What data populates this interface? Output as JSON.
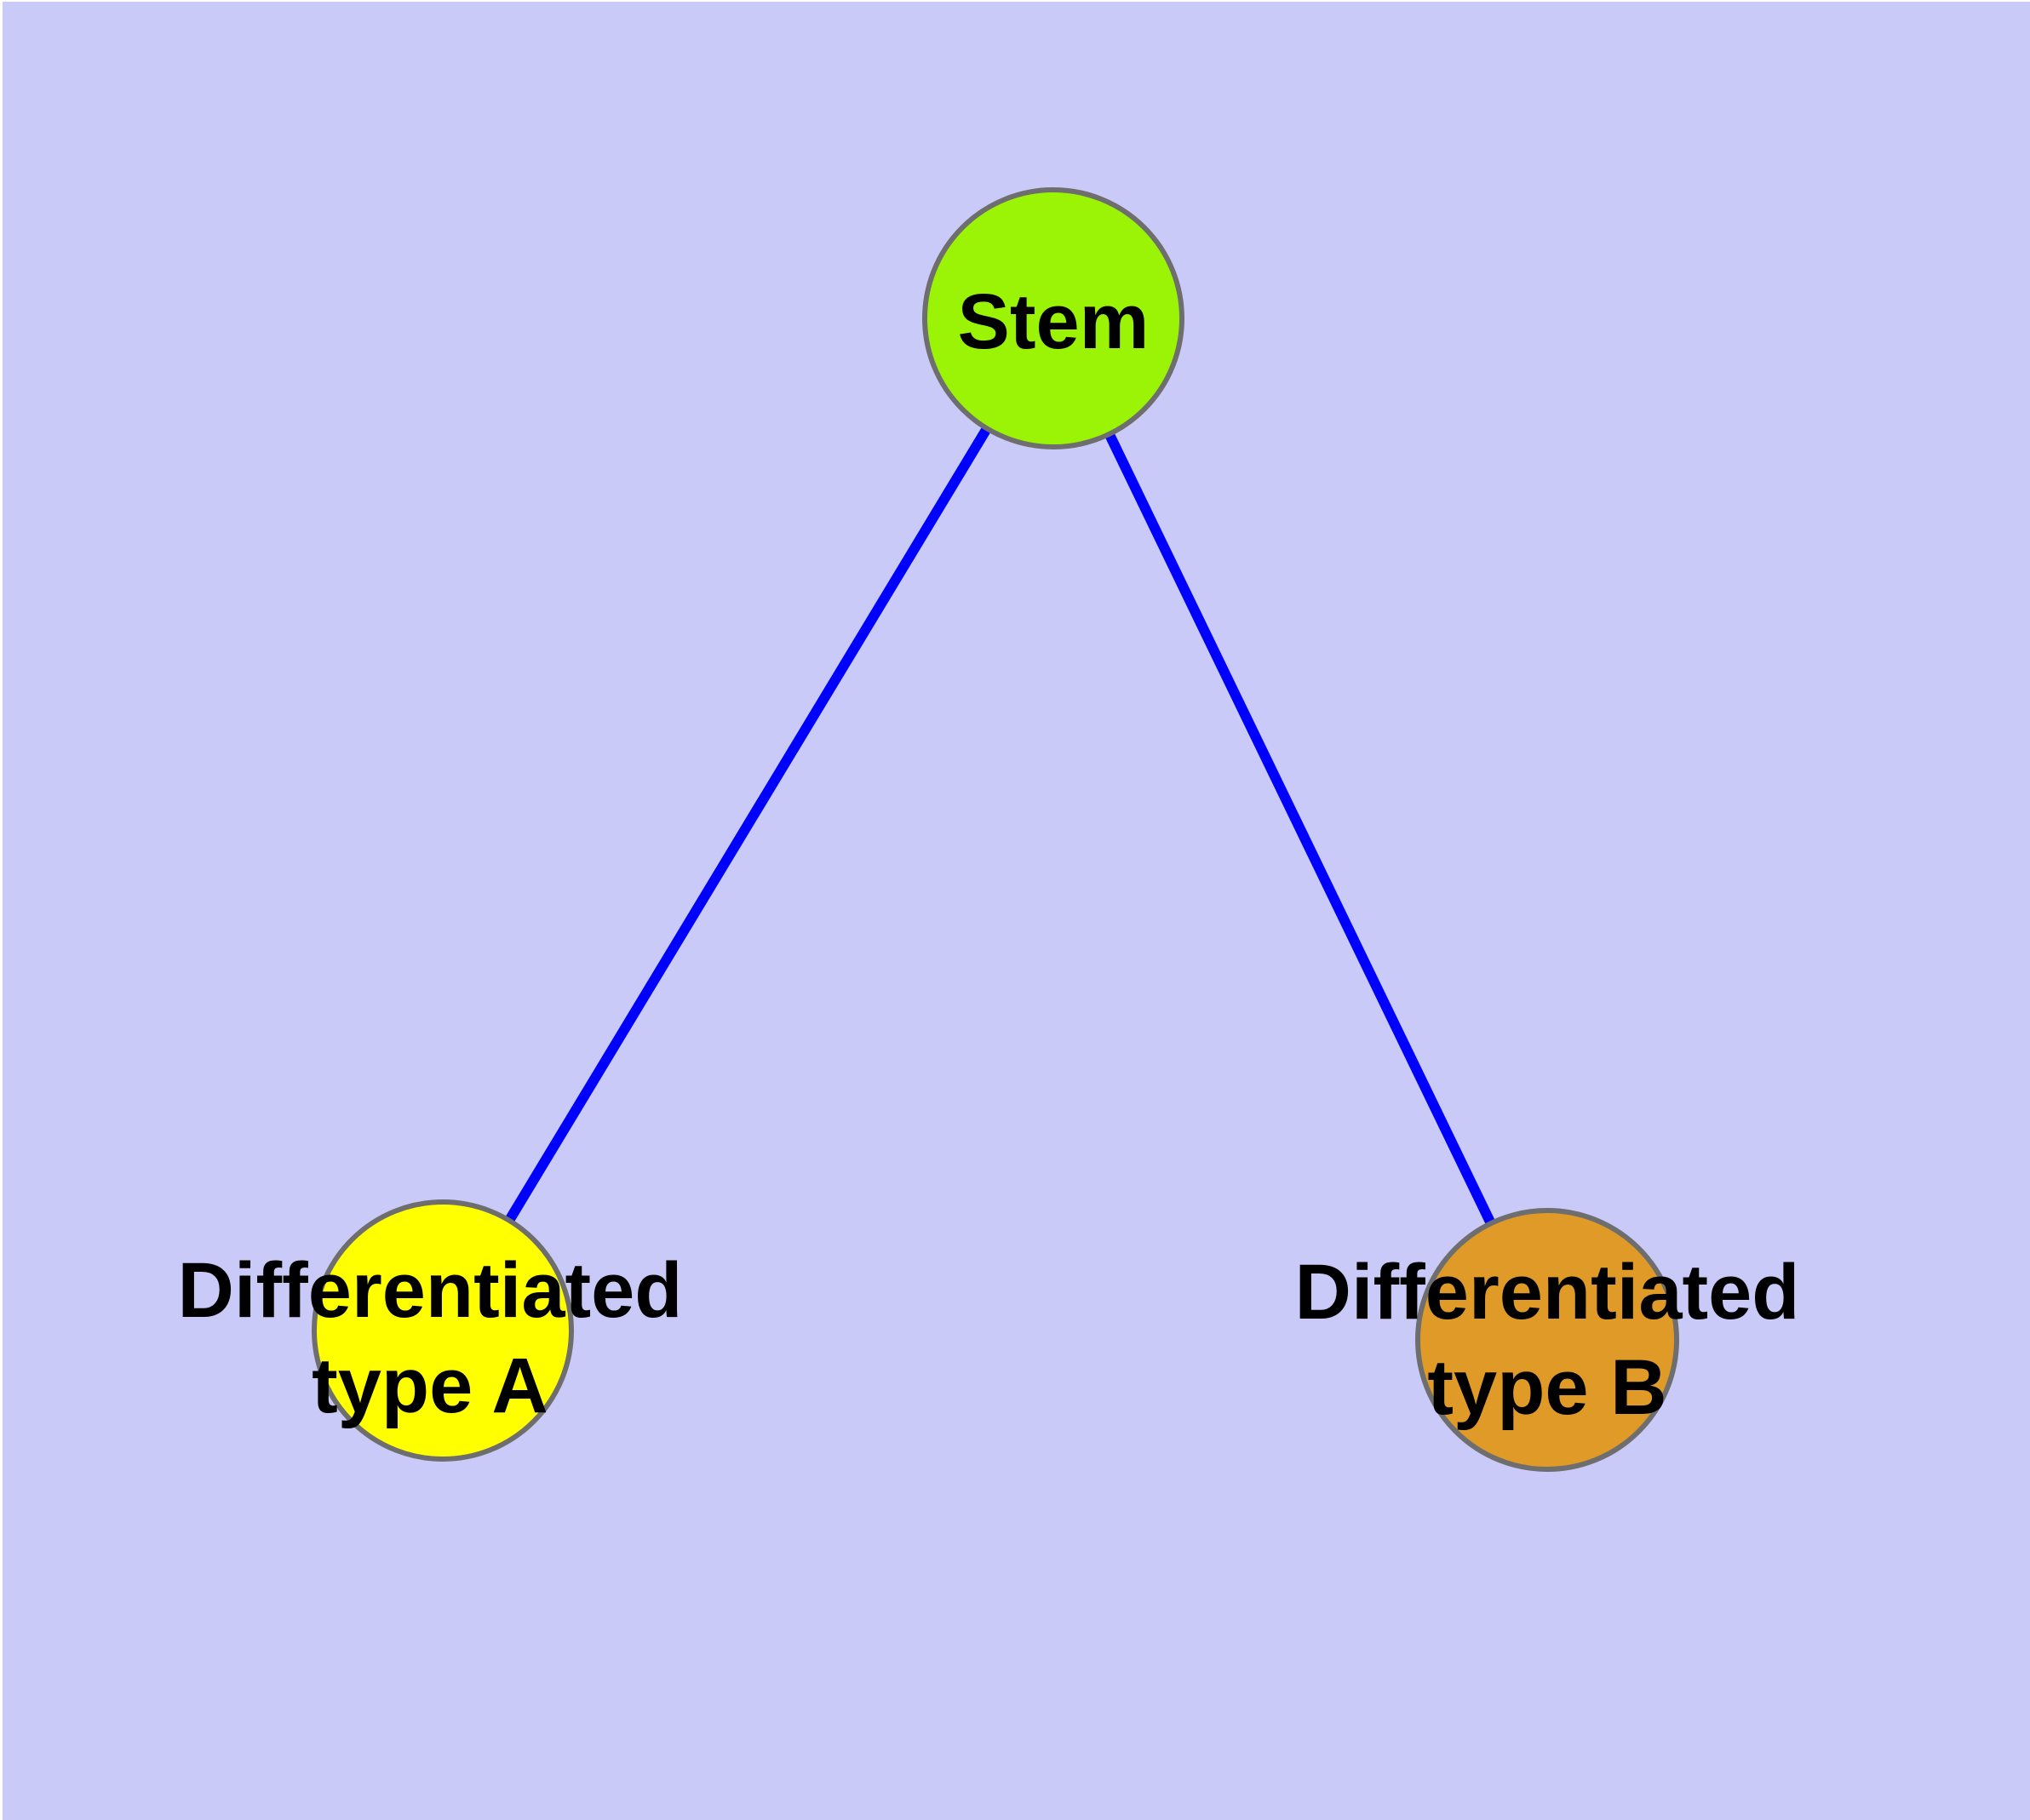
{
  "figure": {
    "type": "node-link-diagram",
    "background_color": "#cacaf8",
    "margin_color": "#ffffff",
    "edge_color": "#0000ff",
    "node_border_color": "#6e6e6e",
    "label_color": "#000000",
    "nodes": [
      {
        "id": "stem",
        "label": "Stem",
        "fill_color": "#9bf406"
      },
      {
        "id": "differentiated-type-a",
        "label_line1": "Differentiated",
        "label_line2": "type A",
        "fill_color": "#ffff00"
      },
      {
        "id": "differentiated-type-b",
        "label_line1": "Differentiated",
        "label_line2": "type B",
        "fill_color": "#e09a28"
      }
    ],
    "edges": [
      {
        "from": "Stem",
        "to": "Differentiated type A"
      },
      {
        "from": "Stem",
        "to": "Differentiated type B"
      }
    ]
  }
}
